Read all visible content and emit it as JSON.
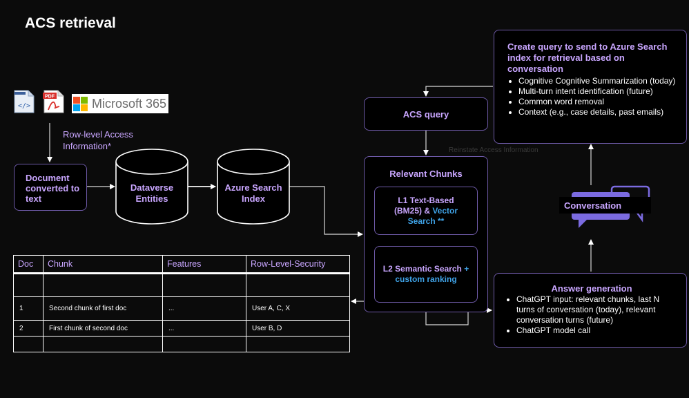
{
  "title": "ACS retrieval",
  "sources": {
    "ms365_label": "Microsoft 365",
    "pdf_label": "PDF",
    "icons": [
      "html-file-icon",
      "pdf-file-icon",
      "microsoft-logo-icon"
    ]
  },
  "row_level_label": "Row-level Access Information*",
  "doc_box": "Document converted to text",
  "dataverse": {
    "line1": "Dataverse",
    "line2": "Entities"
  },
  "azure_index": {
    "line1": "Azure Search",
    "line2": "Index"
  },
  "acs_query": "ACS query",
  "overlap_text": "Reinstate Access Information",
  "relevant": {
    "title": "Relevant Chunks",
    "l1_part1": "L1 Text-Based (BM25) & ",
    "l1_part2": "Vector Search **",
    "l2_part1": "L2 Semantic Search ",
    "l2_part2": "+ custom ranking"
  },
  "create_query": {
    "heading": "Create query to send to Azure Search index for retrieval based on conversation",
    "bullets": [
      "Cognitive Cognitive Summarization (today)",
      "Multi-turn intent identification (future)",
      "Common word removal",
      "Context (e.g., case details, past emails)"
    ]
  },
  "conversation": "Conversation",
  "answer": {
    "heading": "Answer generation",
    "bullets": [
      "ChatGPT input: relevant chunks, last N turns of conversation (today), relevant conversation turns (future)",
      "ChatGPT model call"
    ]
  },
  "table": {
    "headers": [
      "Doc",
      "Chunk",
      "Features",
      "Row-Level-Security"
    ],
    "rows": [
      [
        "",
        "",
        "",
        ""
      ],
      [
        "1",
        "Second chunk of first doc",
        "...",
        "User A, C, X"
      ],
      [
        "2",
        "First chunk of second doc",
        "...",
        "User B, D"
      ],
      [
        "",
        "",
        "",
        ""
      ]
    ]
  },
  "colors": {
    "accent": "#c9a6ff",
    "border": "#6e5aa8",
    "link_blue": "#3fa2e6",
    "chat_purple": "#7b6be0"
  }
}
